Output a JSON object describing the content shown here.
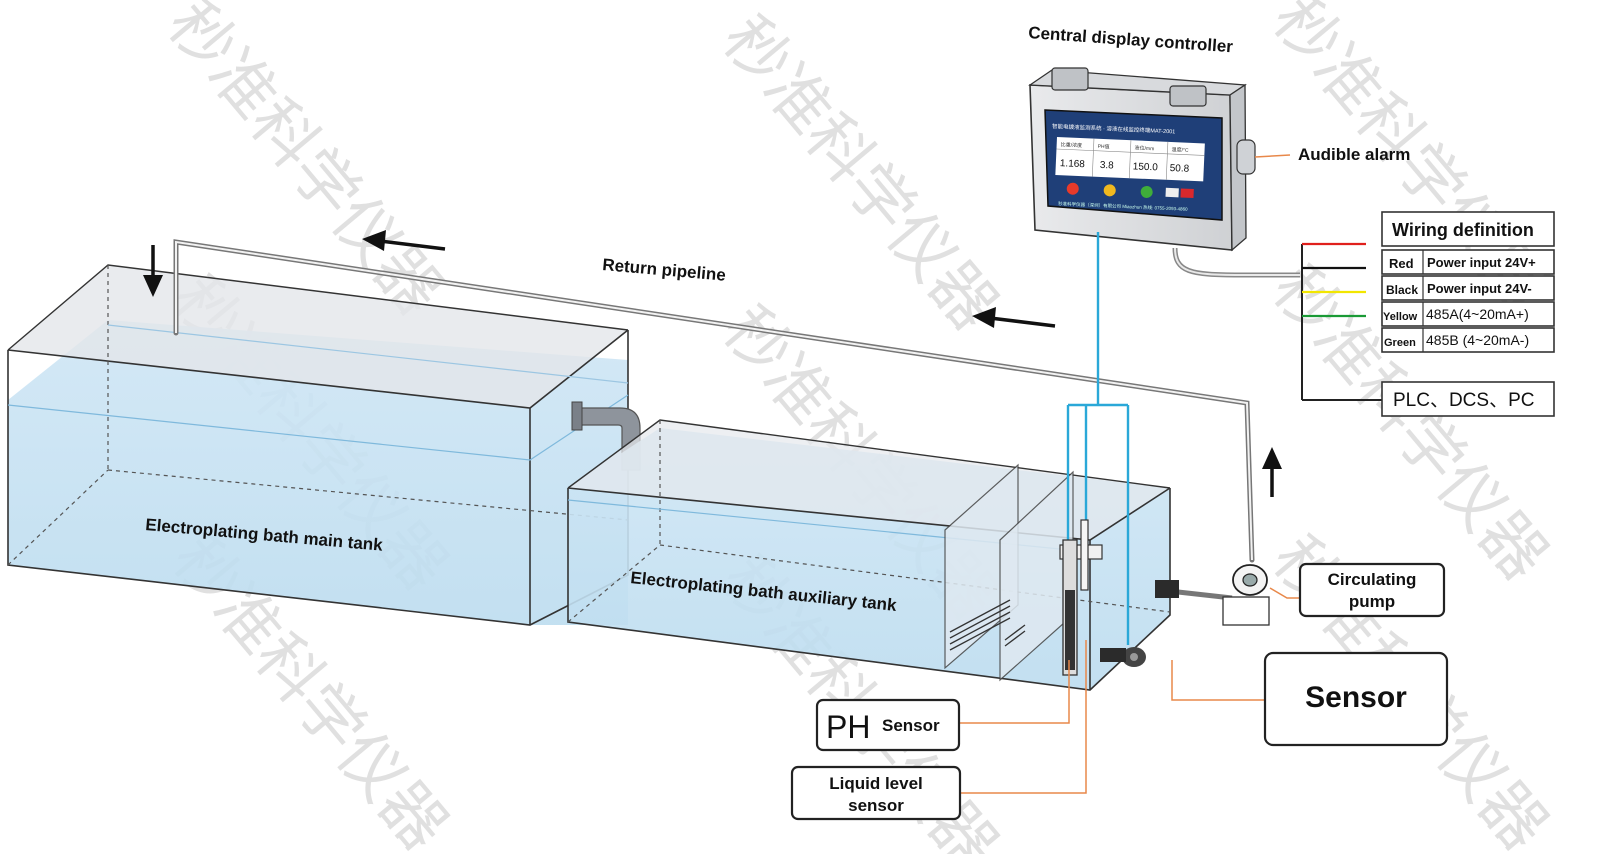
{
  "labels": {
    "central_display": "Central display controller",
    "audible_alarm": "Audible alarm",
    "return_pipeline": "Return pipeline",
    "main_tank": "Electroplating bath main tank",
    "aux_tank": "Electroplating bath auxiliary tank",
    "circulating_pump_line1": "Circulating",
    "circulating_pump_line2": "pump",
    "sensor": "Sensor",
    "ph_big": "PH",
    "ph_small": "Sensor",
    "liquid_level_line1": "Liquid level",
    "liquid_level_line2": "sensor"
  },
  "wiring": {
    "title": "Wiring definition",
    "rows": [
      {
        "color_name": "Red",
        "definition": "Power input 24V+",
        "wire_color": "#e0201c"
      },
      {
        "color_name": "Black",
        "definition": "Power input 24V-",
        "wire_color": "#111111"
      },
      {
        "color_name": "Yellow",
        "definition": "485A(4~20mA+)",
        "wire_color": "#f2e600"
      },
      {
        "color_name": "Green",
        "definition": "485B (4~20mA-)",
        "wire_color": "#1a9a35"
      }
    ],
    "target": "PLC、DCS、PC"
  },
  "screen": {
    "header": "智能电镀液监测系统 · 溶液在线监控终端MAT-2001",
    "cells": [
      {
        "name": "比重/浓度",
        "value": "1.168"
      },
      {
        "name": "PH值",
        "value": "3.8"
      },
      {
        "name": "液位/mm",
        "value": "150.0"
      },
      {
        "name": "温度/°C",
        "value": "50.8"
      }
    ],
    "footer": "秒准科学仪器（深圳）有限公司 Miaozhun 热线: 0755-2093-4860"
  },
  "watermark": "秒准科学仪器",
  "colors": {
    "water": "#cfe6f5",
    "signal_line": "#2aa8d8",
    "callout_line": "#e8884a",
    "pipe": "#777777"
  }
}
